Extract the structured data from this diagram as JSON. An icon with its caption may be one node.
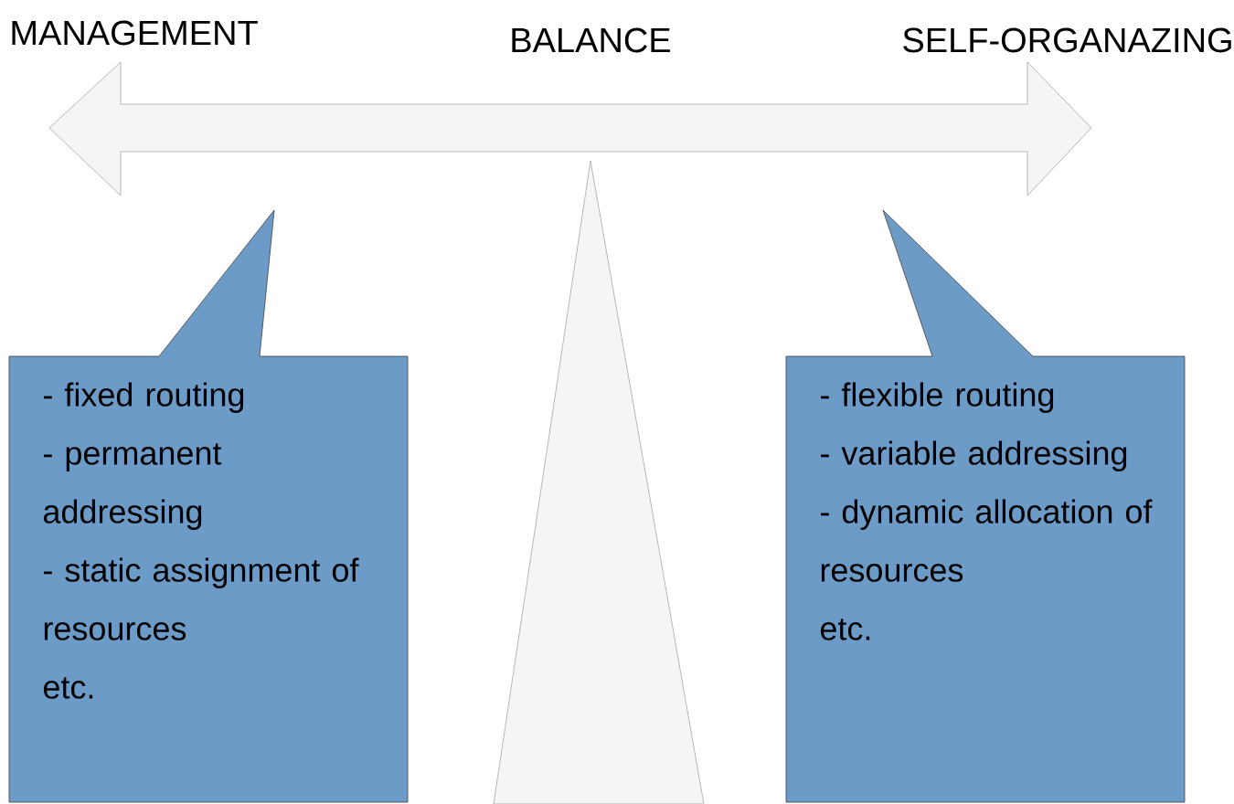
{
  "diagram": {
    "nodes": [
      {
        "text": [
          "- fixed routing",
          "- permanent addressing",
          "- static assignment of resources",
          "etc."
        ]
      },
      {
        "text": [
          "- flexible routing",
          "- variable addressing",
          "- dynamic allocation of resources",
          "etc."
        ]
      }
    ],
    "labels": [
      "MANAGEMENT",
      "BALANCE",
      "SELF-ORGANAZING"
    ]
  }
}
